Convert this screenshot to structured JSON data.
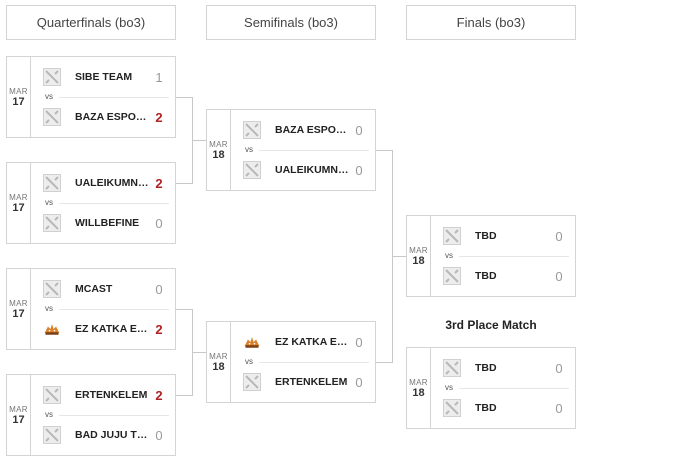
{
  "rounds": [
    "Quarterfinals (bo3)",
    "Semifinals (bo3)",
    "Finals (bo3)"
  ],
  "third_place_title": "3rd Place Match",
  "vs_label": "vs",
  "colors": {
    "win": "#b22222",
    "score": "#999999",
    "border": "#d4d4d4"
  },
  "quarterfinals": [
    {
      "month": "MAR",
      "day": "17",
      "team1": {
        "name": "SIBE TEAM",
        "score": "1",
        "logo": "dota-placeholder-icon"
      },
      "team2": {
        "name": "BAZA ESPORTS",
        "score": "2",
        "logo": "dota-placeholder-icon",
        "win": true
      }
    },
    {
      "month": "MAR",
      "day": "17",
      "team1": {
        "name": "UALEIKUMNIH...",
        "score": "2",
        "logo": "dota-placeholder-icon",
        "win": true
      },
      "team2": {
        "name": "WILLBEFINE",
        "score": "0",
        "logo": "dota-placeholder-icon"
      }
    },
    {
      "month": "MAR",
      "day": "17",
      "team1": {
        "name": "MCAST",
        "score": "0",
        "logo": "dota-placeholder-icon"
      },
      "team2": {
        "name": "EZ KATKA ESP...",
        "score": "2",
        "logo": "ez-katka-logo-icon",
        "win": true
      }
    },
    {
      "month": "MAR",
      "day": "17",
      "team1": {
        "name": "ERTENKELEM",
        "score": "2",
        "logo": "dota-placeholder-icon",
        "win": true
      },
      "team2": {
        "name": "BAD JUJU TEAM",
        "score": "0",
        "logo": "dota-placeholder-icon"
      }
    }
  ],
  "semifinals": [
    {
      "month": "MAR",
      "day": "18",
      "team1": {
        "name": "BAZA ESPORTS",
        "score": "0",
        "logo": "dota-placeholder-icon"
      },
      "team2": {
        "name": "UALEIKUMNIH...",
        "score": "0",
        "logo": "dota-placeholder-icon"
      }
    },
    {
      "month": "MAR",
      "day": "18",
      "team1": {
        "name": "EZ KATKA ESP...",
        "score": "0",
        "logo": "ez-katka-logo-icon"
      },
      "team2": {
        "name": "ERTENKELEM",
        "score": "0",
        "logo": "dota-placeholder-icon"
      }
    }
  ],
  "final": {
    "month": "MAR",
    "day": "18",
    "team1": {
      "name": "TBD",
      "score": "0",
      "logo": "dota-placeholder-icon"
    },
    "team2": {
      "name": "TBD",
      "score": "0",
      "logo": "dota-placeholder-icon"
    }
  },
  "third_place": {
    "month": "MAR",
    "day": "18",
    "team1": {
      "name": "TBD",
      "score": "0",
      "logo": "dota-placeholder-icon"
    },
    "team2": {
      "name": "TBD",
      "score": "0",
      "logo": "dota-placeholder-icon"
    }
  }
}
